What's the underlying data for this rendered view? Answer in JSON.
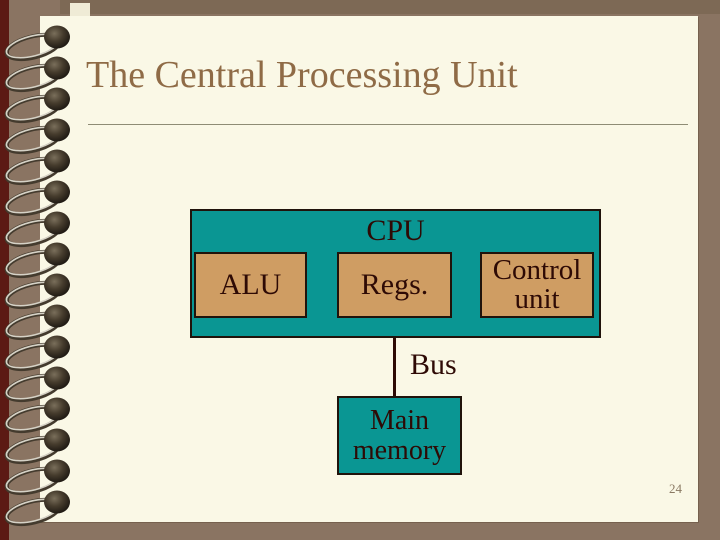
{
  "slide": {
    "title": "The Central Processing Unit",
    "page_number": "24"
  },
  "diagram": {
    "cpu": {
      "label": "CPU"
    },
    "components": [
      {
        "label": "ALU"
      },
      {
        "label": "Regs."
      },
      {
        "label_line1": "Control",
        "label_line2": "unit"
      }
    ],
    "bus": {
      "label": "Bus"
    },
    "memory": {
      "label_line1": "Main",
      "label_line2": "memory"
    }
  },
  "colors": {
    "background": "#8A7462",
    "spine": "#5C1A14",
    "paper": "#FAF8E6",
    "teal": "#0A9693",
    "tan": "#CF9D63",
    "border": "#20130B",
    "diagram_text": "#2E0A05",
    "title_text": "#8F6B46"
  }
}
